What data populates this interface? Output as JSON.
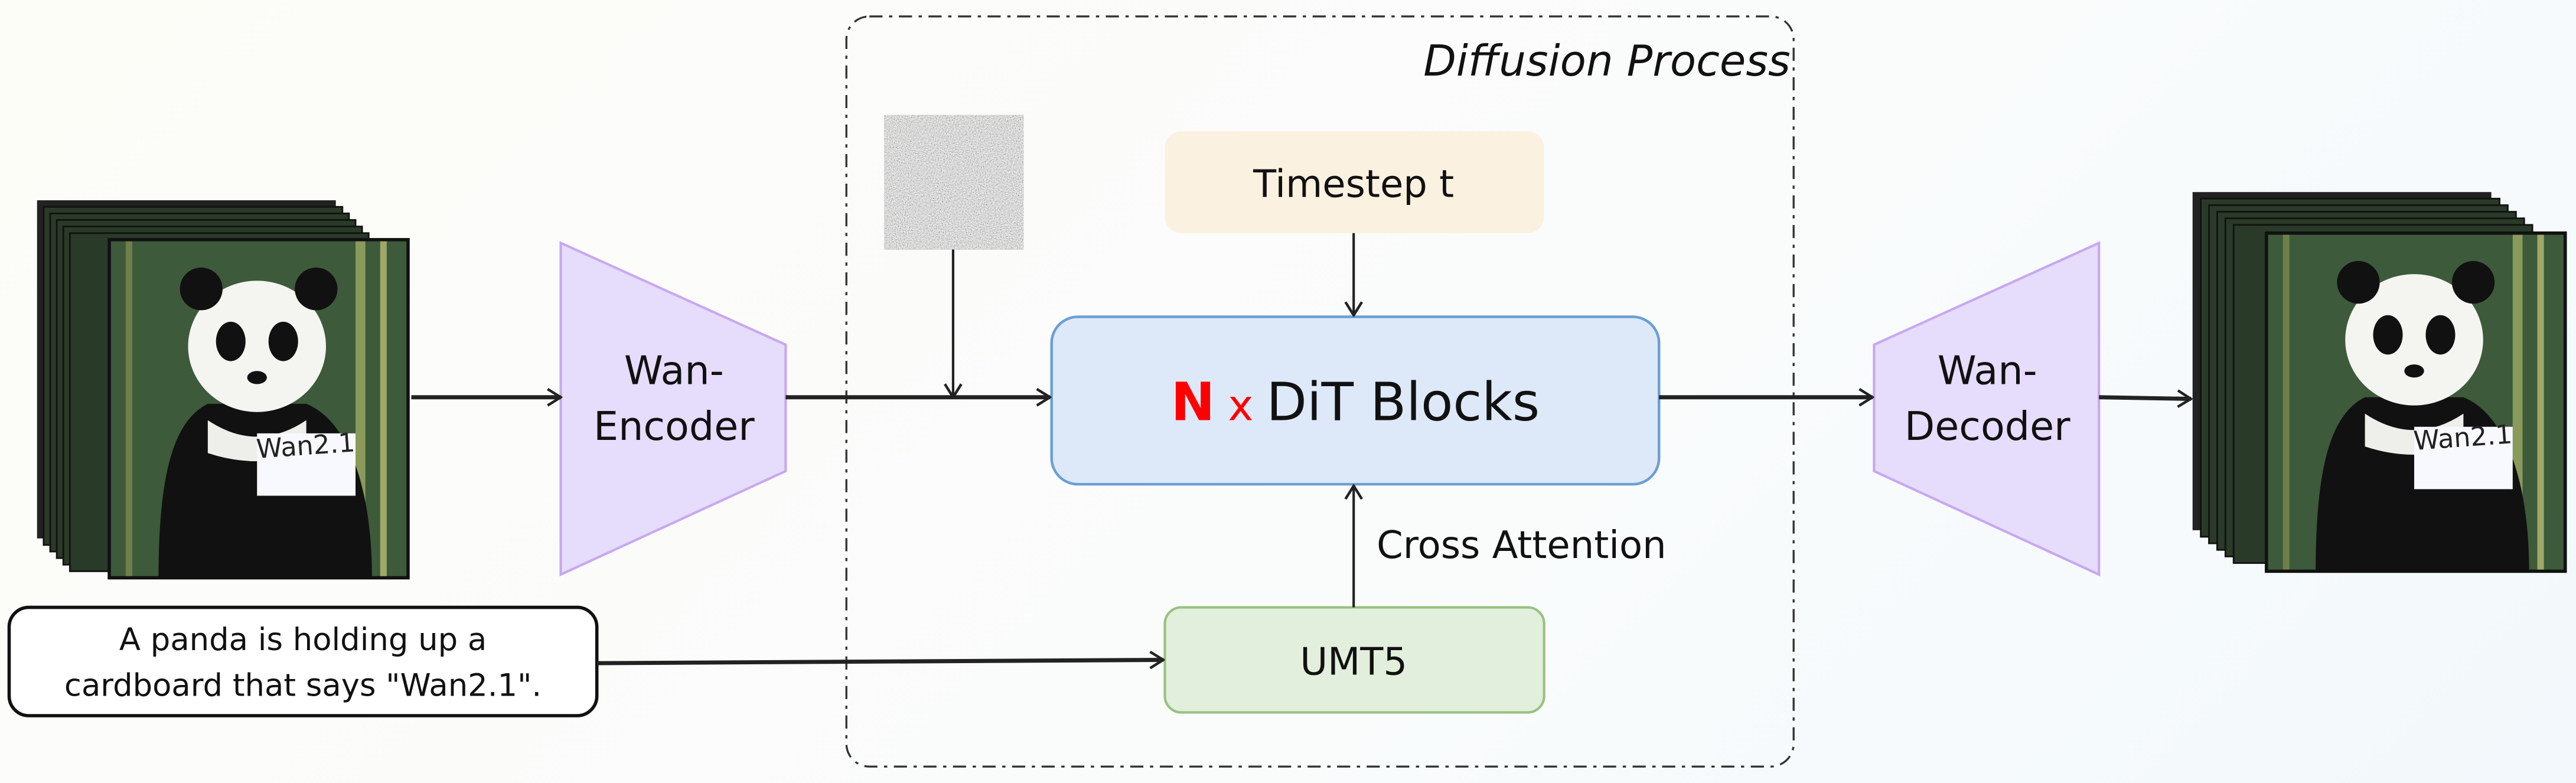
{
  "diffusion_process": {
    "title": "Diffusion Process"
  },
  "timestep": {
    "label": "Timestep t"
  },
  "dit": {
    "count": "N",
    "times": "x",
    "label": "DiT Blocks"
  },
  "cross_attention": {
    "label": "Cross Attention"
  },
  "umt5": {
    "label": "UMT5"
  },
  "encoder": {
    "line1": "Wan-",
    "line2": "Encoder"
  },
  "decoder": {
    "line1": "Wan-",
    "line2": "Decoder"
  },
  "prompt": {
    "line1": "A panda is holding up a",
    "line2": "cardboard that says \"Wan2.1\"."
  },
  "sign_text": "Wan2.1",
  "colors": {
    "timestep_fill": "#faf1e0",
    "dit_fill": "#dde9f8",
    "dit_stroke": "#6a9fd4",
    "umt5_fill": "#e2efdc",
    "umt5_stroke": "#97c27f",
    "vae_fill": "#e6dcfc",
    "vae_stroke": "#c8a8f0",
    "accent_red": "#ff0000"
  }
}
